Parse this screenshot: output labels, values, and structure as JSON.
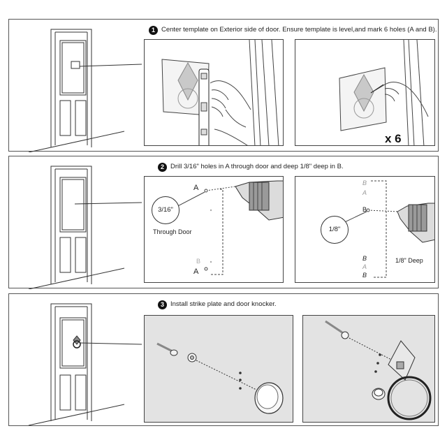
{
  "steps": [
    {
      "number": "1",
      "caption": "Center template on Exterior side of door. Ensure template is level,and mark 6 holes (A and B).",
      "multiplier": "x 6"
    },
    {
      "number": "2",
      "caption": "Drill 3/16\" holes in A through door and deep 1/8\" deep in B.",
      "hole_a_size": "3/16\"",
      "through_label": "Through Door",
      "hole_b_size": "1/8\"",
      "deep_label": "1/8\"  Deep",
      "mark_a": "A",
      "mark_b": "B"
    },
    {
      "number": "3",
      "caption": "Install strike plate and door knocker."
    }
  ],
  "colors": {
    "line": "#333333",
    "panel_grey": "#e3e3e3",
    "badge": "#111111"
  }
}
